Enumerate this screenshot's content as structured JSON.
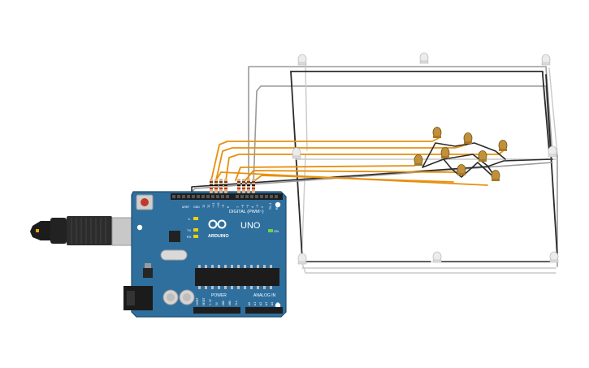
{
  "board": {
    "brand": "ARDUINO",
    "model": "UNO",
    "digital_header": "DIGITAL (PWM~)",
    "power_header": "POWER",
    "analog_header": "ANALOG IN",
    "tx_label": "TX",
    "rx_label": "RX",
    "l_label": "L",
    "on_label": "ON",
    "aref_label": "AREF",
    "gnd_label": "GND",
    "power_pins": [
      "IOREF",
      "RESET",
      "3.3V",
      "5V",
      "GND",
      "GND",
      "Vin"
    ],
    "analog_pins": [
      "A0",
      "A1",
      "A2",
      "A3",
      "A4",
      "A5"
    ],
    "digital_pins": [
      "13",
      "12",
      "~11",
      "~10",
      "~9",
      "8",
      "7",
      "~6",
      "~5",
      "4",
      "~3",
      "2",
      "TX→1",
      "RX←0"
    ]
  },
  "colors": {
    "board": "#2f6f9e",
    "board_edge": "#1d4d72",
    "wire_orange": "#e8900c",
    "wire_dark": "#2b2b2b",
    "wire_gray": "#9a9a9a",
    "wire_light": "#c9c9c9",
    "led_white": "#e6e6e6",
    "led_amber": "#b5832c"
  }
}
